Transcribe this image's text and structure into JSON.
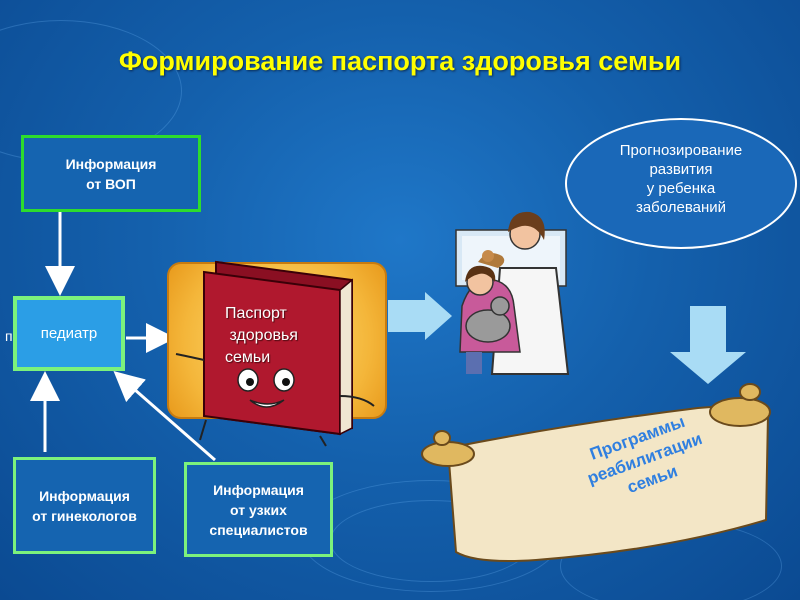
{
  "title": "Формирование паспорта здоровья семьи",
  "boxes": {
    "vop": [
      "Информация",
      "от ВОП"
    ],
    "pediatrician": "педиатр",
    "pediatrician_cut": "п",
    "gynecologists": [
      "Информация",
      "от гинекологов"
    ],
    "specialists": [
      "Информация",
      "от узких",
      "специалистов"
    ]
  },
  "passport": [
    "Паспорт",
    " здоровья",
    "семьи"
  ],
  "forecast": [
    "Прогнозирование",
    "развития",
    "у ребенка",
    "заболеваний"
  ],
  "rehab": [
    "Программы",
    "реабилитации",
    "семьи"
  ],
  "colors": {
    "title": "#ffff00",
    "box_border": "#7cf27c",
    "vop_border": "#2ddc2d",
    "arrow": "#ffffff",
    "big_arrow": "#a9dcf5",
    "book": "#a3152a"
  }
}
